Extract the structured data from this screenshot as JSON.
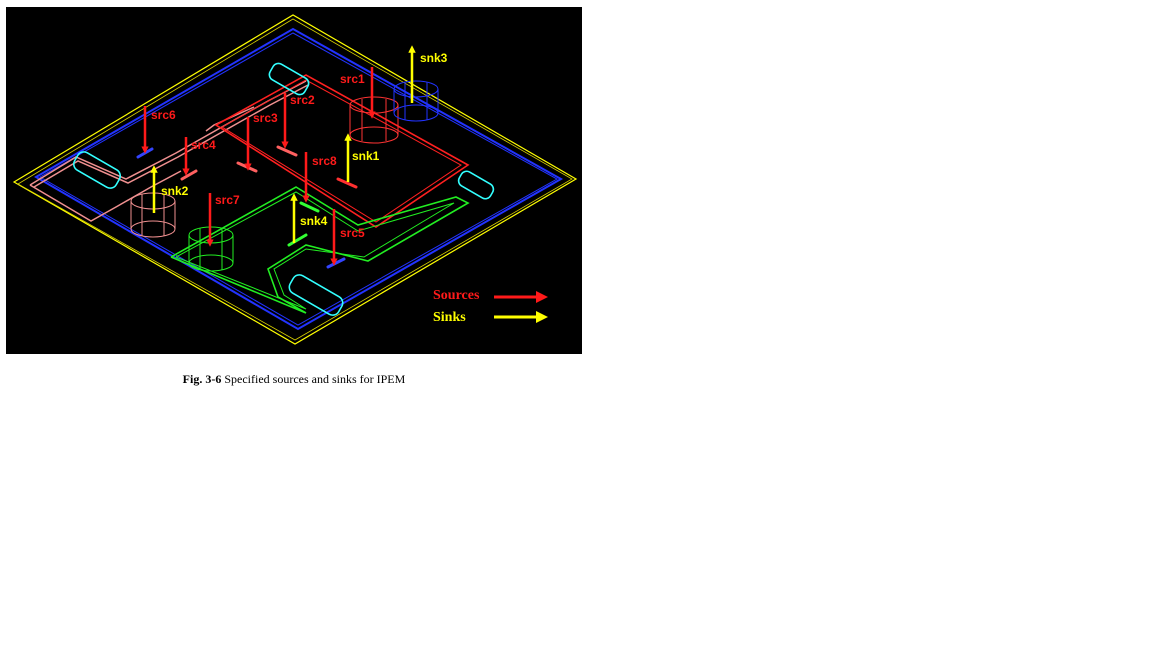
{
  "figure": {
    "sources": [
      {
        "label": "src1"
      },
      {
        "label": "src2"
      },
      {
        "label": "src3"
      },
      {
        "label": "src4"
      },
      {
        "label": "src5"
      },
      {
        "label": "src6"
      },
      {
        "label": "src7"
      },
      {
        "label": "src8"
      }
    ],
    "sinks": [
      {
        "label": "snk1"
      },
      {
        "label": "snk2"
      },
      {
        "label": "snk3"
      },
      {
        "label": "snk4"
      }
    ],
    "legend": {
      "sources_label": "Sources",
      "sinks_label": "Sinks",
      "sources_color": "#ff1a1a",
      "sinks_color": "#ffff00"
    }
  },
  "caption": {
    "number": "Fig. 3-6",
    "text": "Specified sources and sinks for IPEM"
  }
}
